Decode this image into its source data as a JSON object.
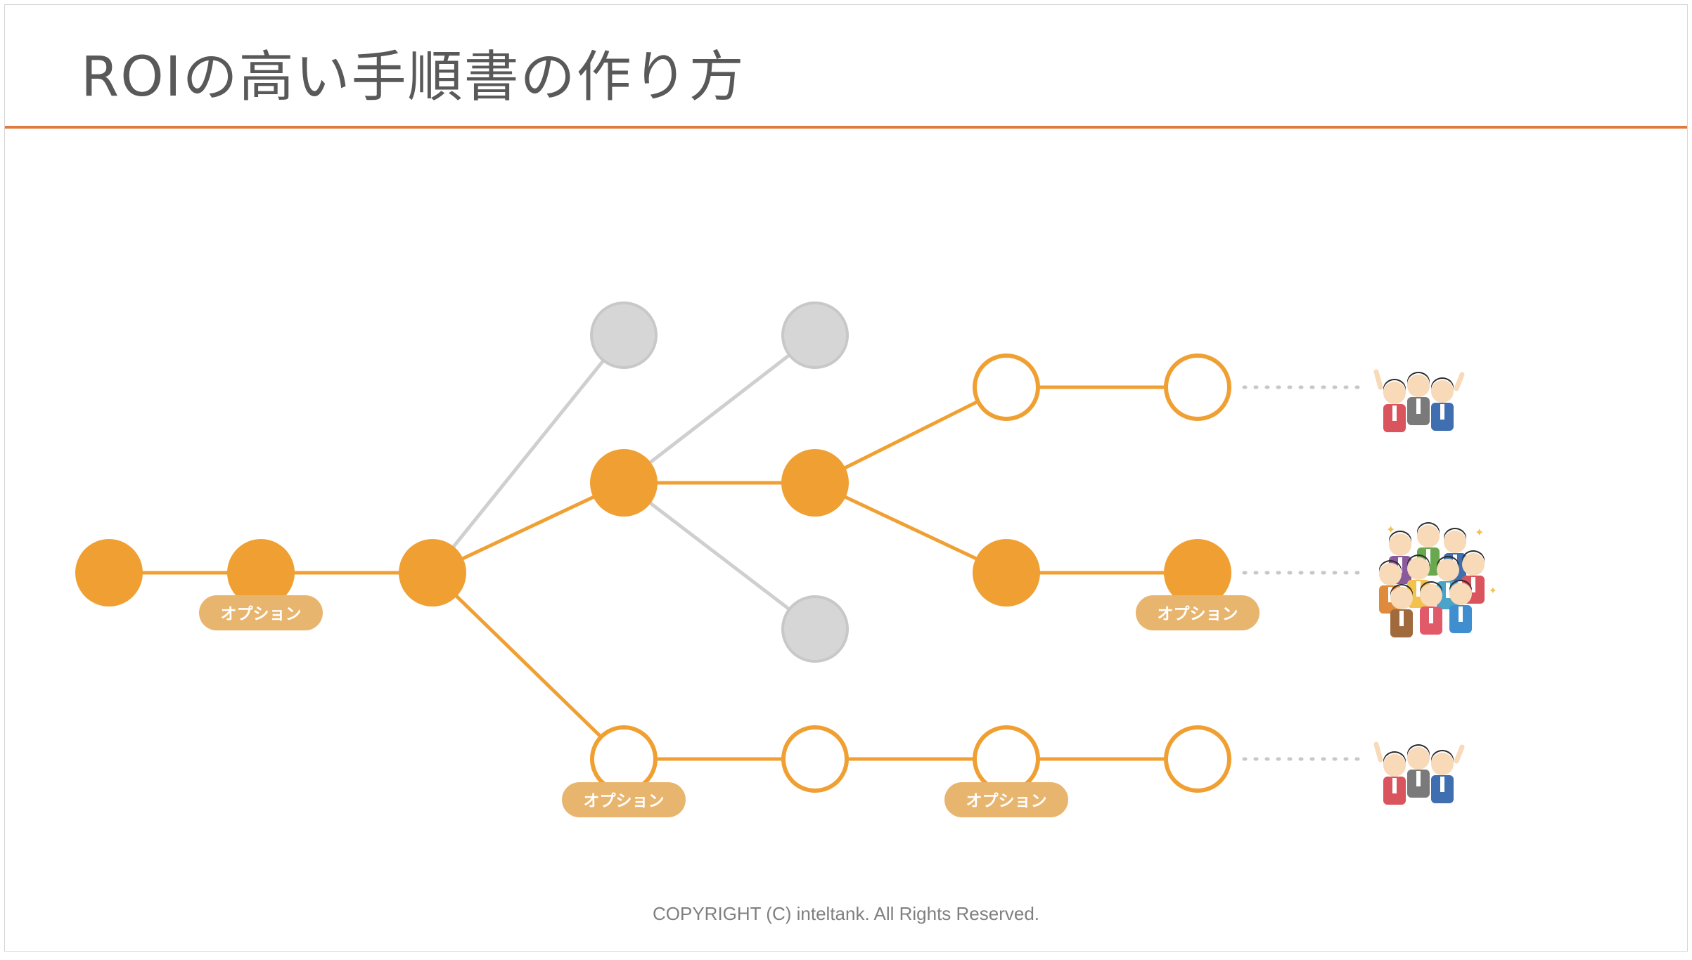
{
  "title": "ROIの高い手順書の作り方",
  "copyright": "COPYRIGHT (C) inteltank. All Rights Reserved.",
  "option_label": "オプション",
  "colors": {
    "accent": "#f0a033",
    "rule": "#e07b3f",
    "inactive": "#d6d6d6",
    "inactive_stroke": "#c8c8c8",
    "pill": "#e8b56e",
    "text": "#595959"
  },
  "people_icons": [
    {
      "name": "small-group-icon"
    },
    {
      "name": "large-crowd-icon"
    },
    {
      "name": "small-group-icon"
    }
  ]
}
